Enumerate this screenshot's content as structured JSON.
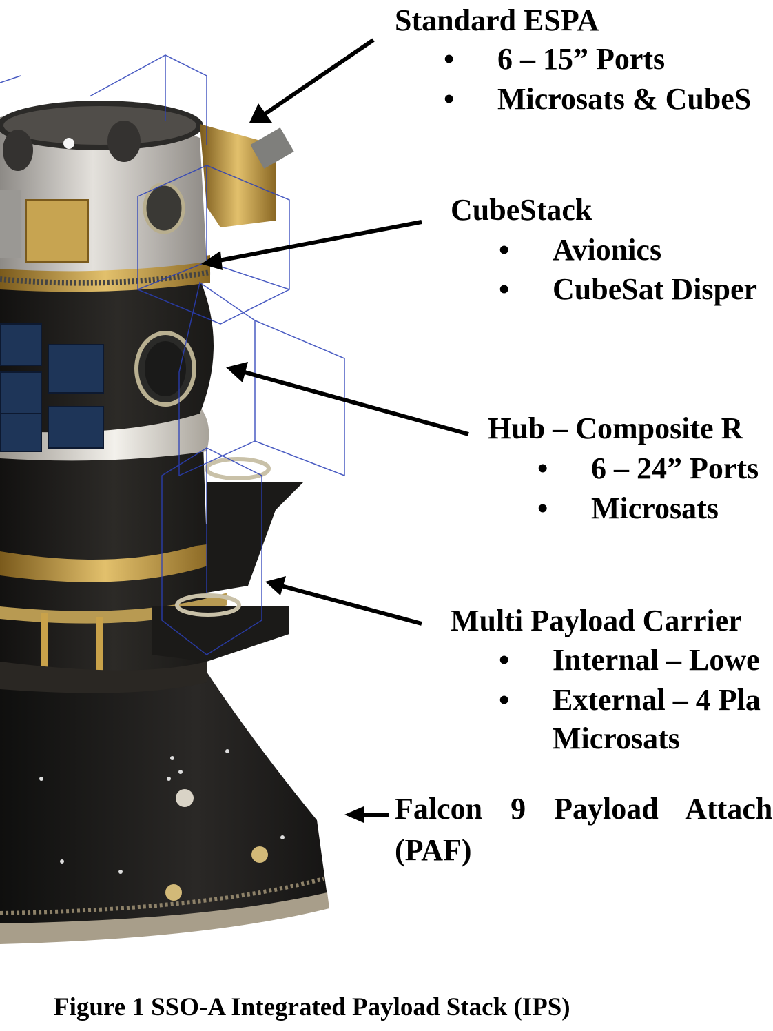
{
  "callouts": {
    "espa": {
      "title": "Standard ESPA",
      "bullets": [
        "6 – 15” Ports",
        "Microsats & CubeS"
      ]
    },
    "cubestack": {
      "title": "CubeStack",
      "bullets": [
        "Avionics",
        "CubeSat Disper"
      ]
    },
    "hub": {
      "title": "Hub – Composite R",
      "bullets": [
        "6 – 24” Ports",
        "Microsats"
      ]
    },
    "mpc": {
      "title": "Multi Payload Carrier",
      "bullets": [
        "Internal – Lowe",
        "External – 4 Pla"
      ],
      "continuation": "Microsats"
    },
    "paf": {
      "title": "Falcon 9 Payload Attach",
      "continuation": "(PAF)"
    }
  },
  "bullet_symbol": "•",
  "caption": "Figure 1 SSO-A Integrated Payload Stack (IPS)",
  "colors": {
    "carbon": "#1e1c1a",
    "gold": "#c9a24a",
    "silver": "#bdbab4",
    "wireframe": "#2a3fb8",
    "panel_blue": "#1e3558"
  }
}
